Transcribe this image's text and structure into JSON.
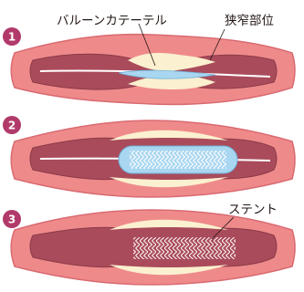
{
  "labels": {
    "balloon_catheter": "バルーンカテーテル",
    "stenosis": "狭窄部位",
    "stent": "ステント"
  },
  "steps": [
    {
      "number": "1",
      "description": ""
    },
    {
      "number": "2",
      "description": ""
    },
    {
      "number": "3",
      "description": ""
    }
  ],
  "colors": {
    "vessel_outer": "#ef8a8a",
    "vessel_outer_stroke": "#d96a72",
    "vessel_inner": "#a94b5b",
    "vessel_inner_stroke": "#8c3a4a",
    "plaque": "#fbf0cf",
    "catheter": "#ffffff",
    "balloon": "#a9d6f0",
    "balloon_stroke": "#6fb3da",
    "step_badge": "#b13a6a",
    "label_line": "#231815"
  }
}
